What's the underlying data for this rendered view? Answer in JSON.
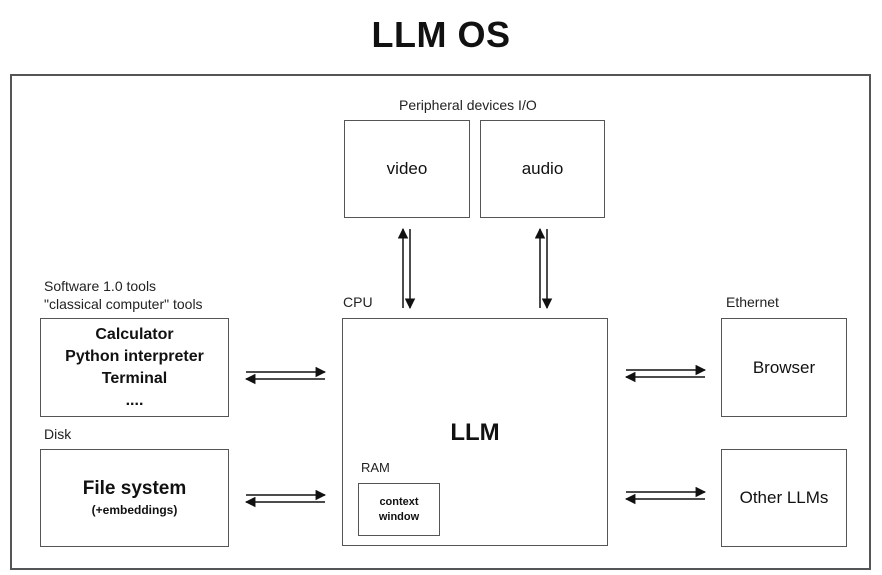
{
  "title": "LLM OS",
  "peripheral": {
    "label": "Peripheral devices I/O",
    "video": "video",
    "audio": "audio"
  },
  "software_tools": {
    "label_line1": "Software 1.0 tools",
    "label_line2": "\"classical computer\" tools",
    "items": [
      "Calculator",
      "Python interpreter",
      "Terminal",
      "...."
    ]
  },
  "disk": {
    "label": "Disk",
    "title": "File system",
    "subtitle": "(+embeddings)"
  },
  "cpu": {
    "label": "CPU",
    "title": "LLM",
    "ram_label": "RAM",
    "context_line1": "context",
    "context_line2": "window"
  },
  "ethernet": {
    "label": "Ethernet",
    "browser": "Browser",
    "other_llms": "Other LLMs"
  },
  "colors": {
    "border": "#555555",
    "text": "#111111",
    "arrow": "#111111"
  }
}
